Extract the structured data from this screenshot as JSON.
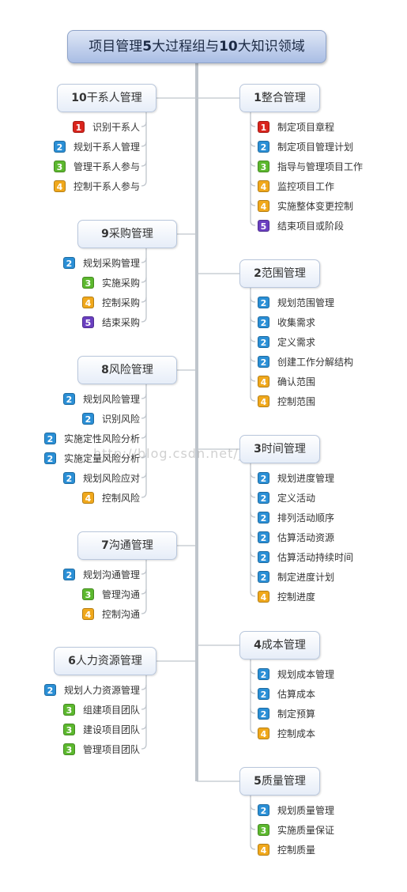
{
  "title": {
    "prefix": "项目管理",
    "num1": "5",
    "middle": "大过程组与",
    "num2": "10",
    "suffix": "大知识领域"
  },
  "watermark": "http://blog.csdn.net/jerecsh",
  "badge_colors": {
    "1": "#d9241c",
    "2": "#2a8fd6",
    "3": "#5cb82e",
    "4": "#f0a81c",
    "5": "#6a3fc0"
  },
  "right_areas": [
    {
      "num": "1",
      "name": "整合管理",
      "items": [
        {
          "n": "1",
          "label": "制定项目章程"
        },
        {
          "n": "2",
          "label": "制定项目管理计划"
        },
        {
          "n": "3",
          "label": "指导与管理项目工作"
        },
        {
          "n": "4",
          "label": "监控项目工作"
        },
        {
          "n": "4",
          "label": "实施整体变更控制"
        },
        {
          "n": "5",
          "label": "结束项目或阶段"
        }
      ]
    },
    {
      "num": "2",
      "name": "范围管理",
      "items": [
        {
          "n": "2",
          "label": "规划范围管理"
        },
        {
          "n": "2",
          "label": "收集需求"
        },
        {
          "n": "2",
          "label": "定义需求"
        },
        {
          "n": "2",
          "label": "创建工作分解结构"
        },
        {
          "n": "4",
          "label": "确认范围"
        },
        {
          "n": "4",
          "label": "控制范围"
        }
      ]
    },
    {
      "num": "3",
      "name": "时间管理",
      "items": [
        {
          "n": "2",
          "label": "规划进度管理"
        },
        {
          "n": "2",
          "label": "定义活动"
        },
        {
          "n": "2",
          "label": "排列活动顺序"
        },
        {
          "n": "2",
          "label": "估算活动资源"
        },
        {
          "n": "2",
          "label": "估算活动持续时间"
        },
        {
          "n": "2",
          "label": "制定进度计划"
        },
        {
          "n": "4",
          "label": "控制进度"
        }
      ]
    },
    {
      "num": "4",
      "name": "成本管理",
      "items": [
        {
          "n": "2",
          "label": "规划成本管理"
        },
        {
          "n": "2",
          "label": "估算成本"
        },
        {
          "n": "2",
          "label": "制定预算"
        },
        {
          "n": "4",
          "label": "控制成本"
        }
      ]
    },
    {
      "num": "5",
      "name": "质量管理",
      "items": [
        {
          "n": "2",
          "label": "规划质量管理"
        },
        {
          "n": "3",
          "label": "实施质量保证"
        },
        {
          "n": "4",
          "label": "控制质量"
        }
      ]
    }
  ],
  "left_areas": [
    {
      "num": "10",
      "name": "干系人管理",
      "items": [
        {
          "n": "1",
          "label": "识别干系人"
        },
        {
          "n": "2",
          "label": "规划干系人管理"
        },
        {
          "n": "3",
          "label": "管理干系人参与"
        },
        {
          "n": "4",
          "label": "控制干系人参与"
        }
      ]
    },
    {
      "num": "9",
      "name": "采购管理",
      "items": [
        {
          "n": "2",
          "label": "规划采购管理"
        },
        {
          "n": "3",
          "label": "实施采购"
        },
        {
          "n": "4",
          "label": "控制采购"
        },
        {
          "n": "5",
          "label": "结束采购"
        }
      ]
    },
    {
      "num": "8",
      "name": "风险管理",
      "items": [
        {
          "n": "2",
          "label": "规划风险管理"
        },
        {
          "n": "2",
          "label": "识别风险"
        },
        {
          "n": "2",
          "label": "实施定性风险分析"
        },
        {
          "n": "2",
          "label": "实施定量风险分析"
        },
        {
          "n": "2",
          "label": "规划风险应对"
        },
        {
          "n": "4",
          "label": "控制风险"
        }
      ]
    },
    {
      "num": "7",
      "name": "沟通管理",
      "items": [
        {
          "n": "2",
          "label": "规划沟通管理"
        },
        {
          "n": "3",
          "label": "管理沟通"
        },
        {
          "n": "4",
          "label": "控制沟通"
        }
      ]
    },
    {
      "num": "6",
      "name": "人力资源管理",
      "items": [
        {
          "n": "2",
          "label": "规划人力资源管理"
        },
        {
          "n": "3",
          "label": "组建项目团队"
        },
        {
          "n": "3",
          "label": "建设项目团队"
        },
        {
          "n": "3",
          "label": "管理项目团队"
        }
      ]
    }
  ]
}
